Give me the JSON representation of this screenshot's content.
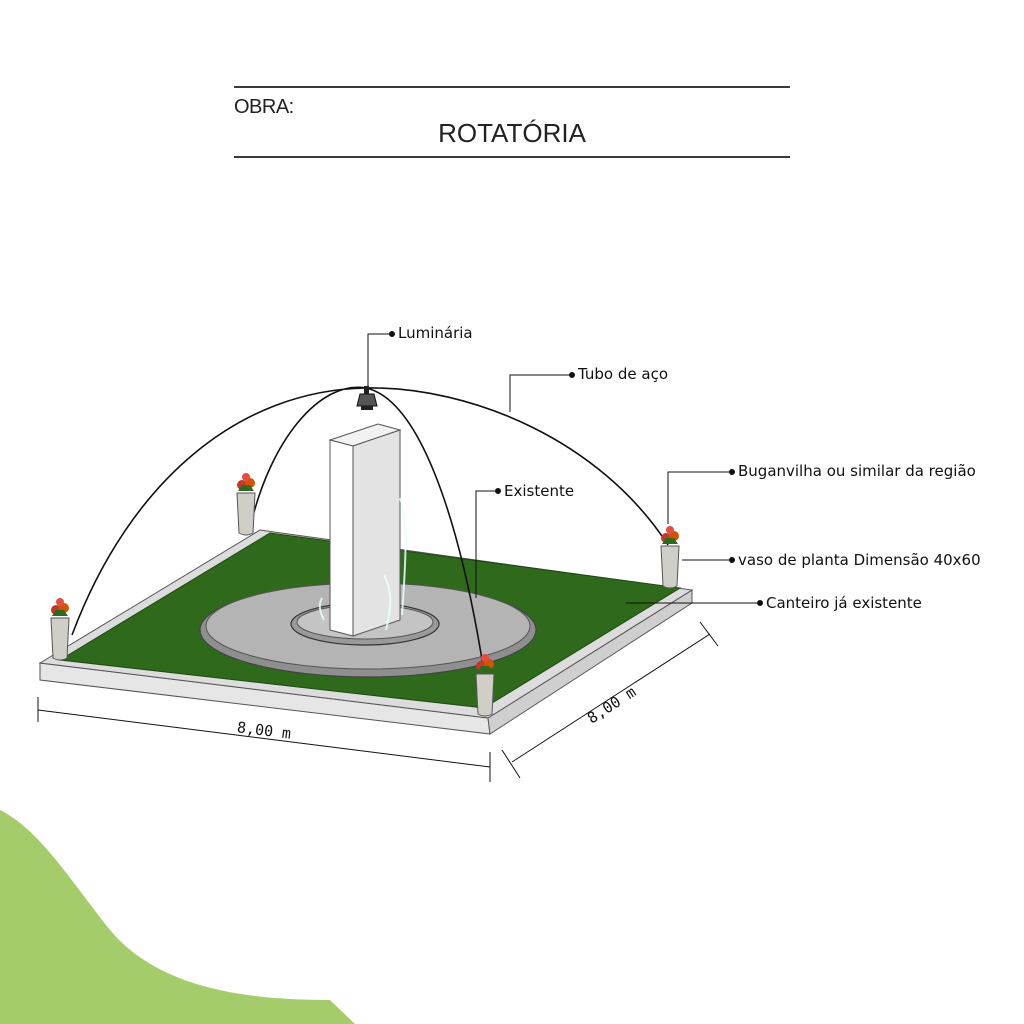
{
  "header": {
    "obra_label": "OBRA:",
    "title": "ROTATÓRIA"
  },
  "callouts": {
    "luminaria": "Luminária",
    "tubo": "Tubo de aço",
    "buganvilha": "Buganvilha ou similar da região",
    "existente": "Existente",
    "vaso": "vaso de planta Dimensão 40x60",
    "canteiro": "Canteiro já existente"
  },
  "dimensions": {
    "width": "8,00 m",
    "depth": "8,00 m"
  },
  "colors": {
    "lawn": "#2f6a1c",
    "slab": "#d9d9d9",
    "fountain": "#a9a9a9",
    "pipe": "#111111",
    "accent_blob": "#a5cc6b"
  }
}
